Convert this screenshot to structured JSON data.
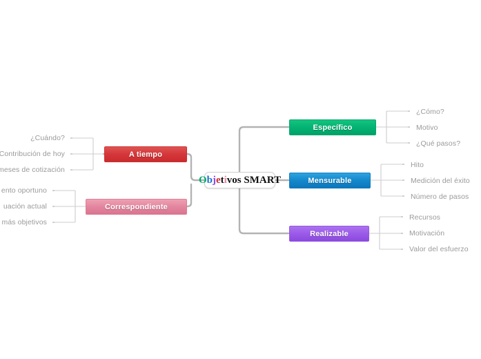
{
  "diagram": {
    "type": "mind-map",
    "title": "Objetivos SMART",
    "center": {
      "label": "Objetivos SMART",
      "letters": [
        {
          "char": "O",
          "color": "#00a86b"
        },
        {
          "char": "b",
          "color": "#1a6fd4"
        },
        {
          "char": "j",
          "color": "#8c49e0"
        },
        {
          "char": "e",
          "color": "#c92c2f"
        },
        {
          "char": "t",
          "color": "#111111"
        },
        {
          "char": "i",
          "color": "#e3879f"
        },
        {
          "char": "v",
          "color": "#111111"
        },
        {
          "char": "o",
          "color": "#111111"
        },
        {
          "char": "s",
          "color": "#111111"
        },
        {
          "char": " ",
          "color": "#111111"
        },
        {
          "char": "S",
          "color": "#111111"
        },
        {
          "char": "M",
          "color": "#111111"
        },
        {
          "char": "A",
          "color": "#111111"
        },
        {
          "char": "R",
          "color": "#111111"
        },
        {
          "char": "T",
          "color": "#111111"
        }
      ]
    },
    "branches_right": [
      {
        "label": "Específico",
        "color": "#03b374",
        "children": [
          "¿Cómo?",
          "Motivo",
          "¿Qué pasos?"
        ]
      },
      {
        "label": "Mensurable",
        "color": "#1489cc",
        "children": [
          "Hito",
          "Medición del éxito",
          "Número de pasos"
        ]
      },
      {
        "label": "Realizable",
        "color": "#9b5be8",
        "children": [
          "Recursos",
          "Motivación",
          "Valor del esfuerzo"
        ]
      }
    ],
    "branches_left": [
      {
        "label": "A tiempo",
        "color": "#d5373a",
        "children": [
          "¿Cuándo?",
          "Contribución de hoy",
          "meses de cotización"
        ]
      },
      {
        "label": "Correspondiente",
        "color": "#e3879f",
        "children": [
          "ento oportuno",
          "uación actual",
          "más objetivos"
        ]
      }
    ],
    "colors": {
      "connector_main": "#b3b3b3",
      "connector_leaf": "#cccccc",
      "leaf_text": "#9a9a9a",
      "background": "#ffffff"
    }
  }
}
